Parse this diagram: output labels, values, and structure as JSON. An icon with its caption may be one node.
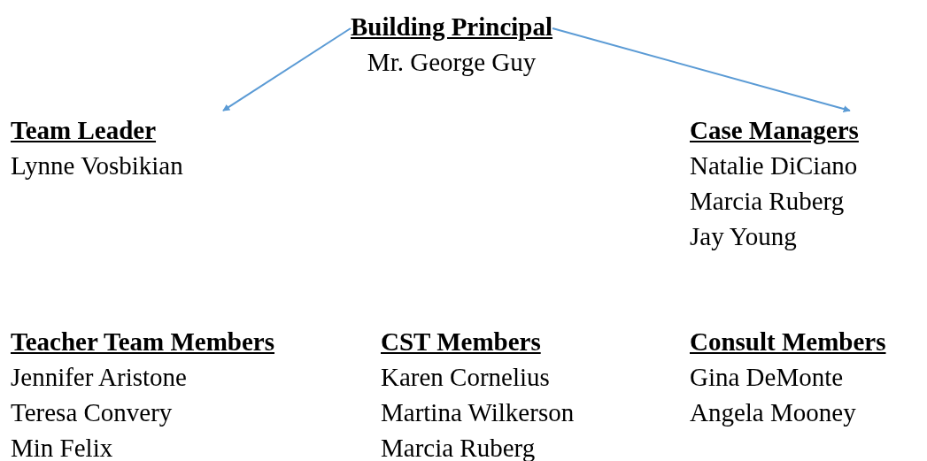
{
  "diagram": {
    "nodes": [
      {
        "text": [
          "Building Principal",
          "Mr. George Guy"
        ]
      },
      {
        "text": [
          "Team Leader",
          "Lynne Vosbikian"
        ]
      },
      {
        "text": [
          "Case Managers",
          "Natalie DiCiano",
          "Marcia Ruberg",
          "Jay Young"
        ]
      },
      {
        "text": [
          "Teacher Team Members",
          "Jennifer Aristone",
          "Teresa Convery",
          "Min Felix"
        ]
      },
      {
        "text": [
          "CST Members",
          "Karen Cornelius",
          "Martina Wilkerson",
          "Marcia Ruberg"
        ]
      },
      {
        "text": [
          "Consult Members",
          "Gina DeMonte",
          "Angela Mooney"
        ]
      }
    ],
    "edges": [
      {
        "from": 0,
        "to": 1,
        "arrow": "to"
      },
      {
        "from": 0,
        "to": 2,
        "arrow": "to"
      }
    ]
  }
}
